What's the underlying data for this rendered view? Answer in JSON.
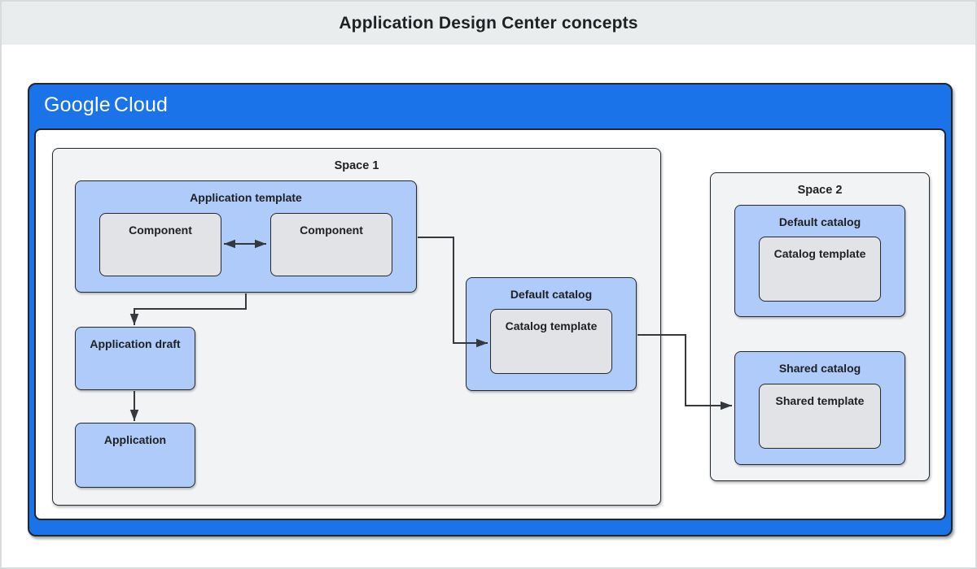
{
  "page": {
    "title": "Application Design Center concepts"
  },
  "branding": {
    "google": "Google",
    "cloud": "Cloud"
  },
  "colors": {
    "frame_blue": "#1a73e8",
    "box_blue": "#aecbfa",
    "box_gray": "#e1e3e6",
    "space_gray": "#f1f3f4",
    "header_bg": "#e9edee",
    "border_dark": "#25282d",
    "line": "#35383c",
    "text": "#202124",
    "logo_text": "#ffffff"
  },
  "diagram": {
    "space1": {
      "label": "Space 1",
      "application_template": {
        "label": "Application template",
        "components": [
          {
            "label": "Component"
          },
          {
            "label": "Component"
          }
        ]
      },
      "application_draft": {
        "label": "Application draft"
      },
      "application": {
        "label": "Application"
      },
      "default_catalog": {
        "label": "Default catalog",
        "catalog_template": {
          "label": "Catalog template"
        }
      }
    },
    "space2": {
      "label": "Space 2",
      "default_catalog": {
        "label": "Default catalog",
        "catalog_template": {
          "label": "Catalog template"
        }
      },
      "shared_catalog": {
        "label": "Shared catalog",
        "shared_template": {
          "label": "Shared template"
        }
      }
    },
    "connectors": [
      {
        "from": "component-1",
        "to": "component-2",
        "style": "double-arrow"
      },
      {
        "from": "application-template",
        "to": "catalog-template-space1",
        "style": "arrow"
      },
      {
        "from": "application-template",
        "to": "application-draft",
        "style": "arrow"
      },
      {
        "from": "application-draft",
        "to": "application",
        "style": "arrow"
      },
      {
        "from": "default-catalog-space1",
        "to": "shared-catalog-space2",
        "style": "arrow"
      }
    ]
  }
}
